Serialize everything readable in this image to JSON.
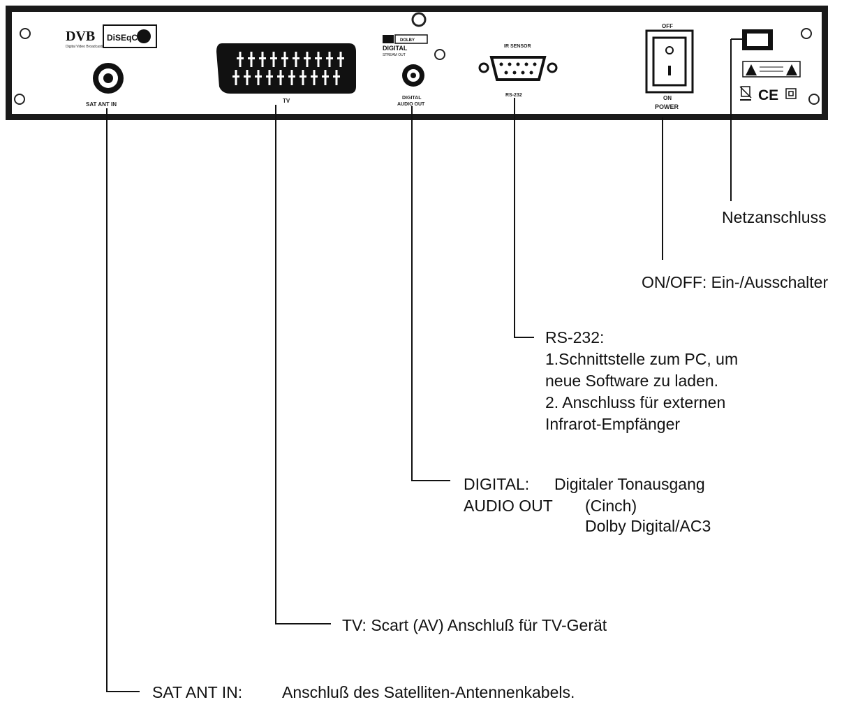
{
  "panel_labels": {
    "dvb": "DVB",
    "dvb_sub": "Digital Video Broadcasting",
    "diseqc": "DiSEqC",
    "dolby_box": "DOLBY",
    "dolby_digital": "DIGITAL",
    "dolby_stream": "STREAM OUT",
    "ir_sensor": "IR SENSOR",
    "sat_ant_in": "SAT ANT IN",
    "tv": "TV",
    "digital_audio_out_1": "DIGITAL",
    "digital_audio_out_2": "AUDIO OUT",
    "rs232": "RS-232",
    "off": "OFF",
    "on": "ON",
    "power": "POWER",
    "ce": "CE"
  },
  "callouts": {
    "netz": "Netzanschluss",
    "onoff": "ON/OFF: Ein-/Ausschalter",
    "rs232": [
      "RS-232:",
      "1.Schnittstelle zum PC, um",
      "neue Software zu laden.",
      "2. Anschluss für externen",
      "Infrarot-Empfänger"
    ],
    "digital_left_1": "DIGITAL:",
    "digital_right_1": "Digitaler Tonausgang",
    "digital_left_2": "AUDIO OUT",
    "digital_right_2": "(Cinch)",
    "digital_right_3": "Dolby Digital/AC3",
    "tv": "TV: Scart (AV) Anschluß für TV-Gerät",
    "sat_left": "SAT ANT IN:",
    "sat_right": "Anschluß des Satelliten-Antennenkabels."
  }
}
